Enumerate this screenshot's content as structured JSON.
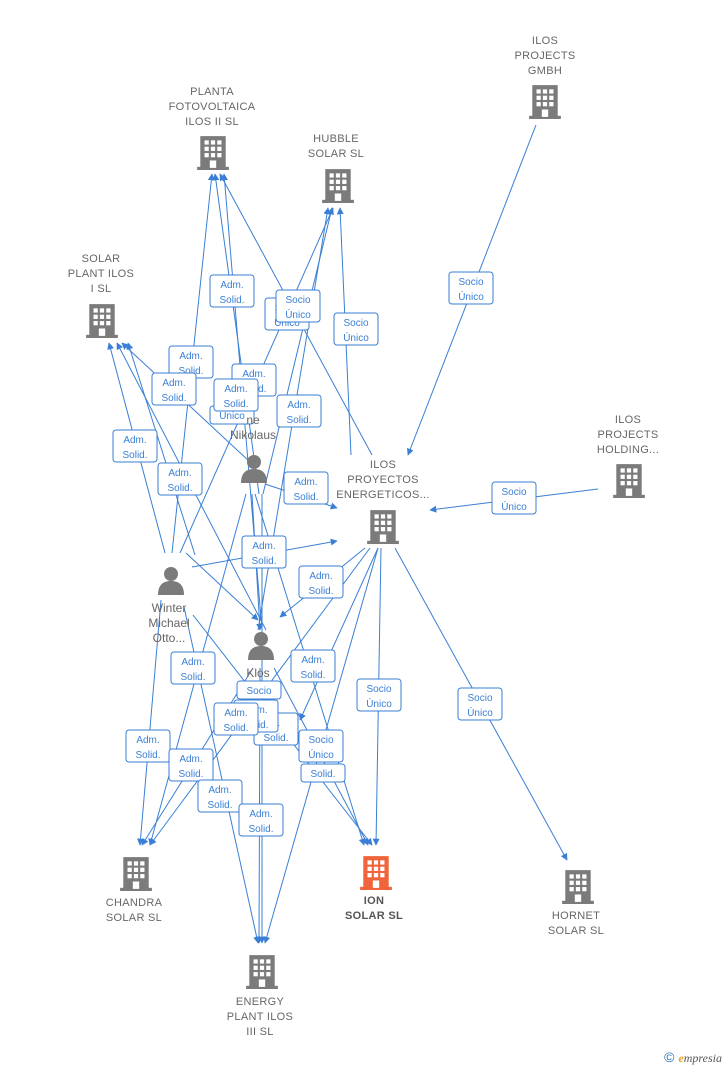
{
  "nodes": [
    {
      "id": "ilos_projects_gmbh",
      "kind": "company",
      "lines": [
        "ILOS",
        "PROJECTS",
        "GMBH"
      ]
    },
    {
      "id": "planta_fotovoltaica",
      "kind": "company",
      "lines": [
        "PLANTA",
        "FOTOVOLTAICA",
        "ILOS II  SL"
      ]
    },
    {
      "id": "hubble_solar",
      "kind": "company",
      "lines": [
        "HUBBLE",
        "SOLAR  SL"
      ]
    },
    {
      "id": "solar_plant_ilos_i",
      "kind": "company",
      "lines": [
        "SOLAR",
        "PLANT ILOS",
        "I  SL"
      ]
    },
    {
      "id": "ilos_projects_holding",
      "kind": "company",
      "lines": [
        "ILOS",
        "PROJECTS",
        "HOLDING..."
      ]
    },
    {
      "id": "ilos_proyectos",
      "kind": "company",
      "lines": [
        "ILOS",
        "PROYECTOS",
        "ENERGETICOS..."
      ]
    },
    {
      "id": "nikolaus",
      "kind": "person",
      "lines": [
        "ne",
        "Nikolaus"
      ]
    },
    {
      "id": "winter",
      "kind": "person",
      "lines": [
        "Winter",
        "Michael",
        "Otto..."
      ]
    },
    {
      "id": "klos",
      "kind": "person",
      "lines": [
        "Klos"
      ]
    },
    {
      "id": "chandra",
      "kind": "company",
      "lines": [
        "CHANDRA",
        "SOLAR  SL"
      ]
    },
    {
      "id": "ion_solar",
      "kind": "focus",
      "lines": [
        "ION",
        "SOLAR  SL"
      ]
    },
    {
      "id": "hornet",
      "kind": "company",
      "lines": [
        "HORNET",
        "SOLAR  SL"
      ]
    },
    {
      "id": "energy_plant",
      "kind": "company",
      "lines": [
        "ENERGY",
        "PLANT ILOS",
        "III  SL"
      ]
    }
  ],
  "relations": [
    {
      "lines": [
        "Socio",
        "Único"
      ]
    },
    {
      "lines": [
        "Socio",
        "Único"
      ]
    },
    {
      "lines": [
        "Socio",
        "Único"
      ]
    },
    {
      "lines": [
        "Socio",
        "Único"
      ]
    },
    {
      "lines": [
        "Adm.",
        "Solid."
      ]
    },
    {
      "lines": [
        "Socio",
        "Único"
      ]
    },
    {
      "lines": [
        "Adm.",
        "Solid."
      ]
    },
    {
      "lines": [
        "Adm.",
        "Solid."
      ]
    },
    {
      "lines": [
        "Adm.",
        "Solid."
      ]
    },
    {
      "lines": [
        "Adm.",
        "Solid."
      ]
    },
    {
      "lines": [
        "Adm.",
        "Solid."
      ]
    },
    {
      "lines": [
        "Único"
      ]
    },
    {
      "lines": [
        "Adm.",
        "Solid."
      ]
    },
    {
      "lines": [
        "Adm.",
        "Solid."
      ]
    },
    {
      "lines": [
        "Adm.",
        "Solid."
      ]
    },
    {
      "lines": [
        "Adm.",
        "Solid."
      ]
    },
    {
      "lines": [
        "Adm.",
        "Solid."
      ]
    },
    {
      "lines": [
        "Adm.",
        "Solid."
      ]
    },
    {
      "lines": [
        "Adm.",
        "Solid."
      ]
    },
    {
      "lines": [
        "Adm.",
        "Solid."
      ]
    },
    {
      "lines": [
        "Socio",
        "Único"
      ]
    },
    {
      "lines": [
        "Socio",
        "Único"
      ]
    },
    {
      "lines": [
        "Socio"
      ]
    },
    {
      "lines": [
        "Adm.",
        "Solid."
      ]
    },
    {
      "lines": [
        "n.",
        "Solid."
      ]
    },
    {
      "lines": [
        "Adm.",
        "Solid."
      ]
    },
    {
      "lines": [
        "Socio",
        "Único"
      ]
    },
    {
      "lines": [
        "Solid."
      ]
    },
    {
      "lines": [
        "Adm.",
        "Solid."
      ]
    },
    {
      "lines": [
        "Adm.",
        "Solid."
      ]
    },
    {
      "lines": [
        "Adm.",
        "Solid."
      ]
    }
  ],
  "colors": {
    "edge": "#3a7fd5",
    "building": "#7b7b7b",
    "focus": "#f0643c",
    "person": "#7b7b7b"
  },
  "footer": {
    "symbol": "©",
    "brand_e": "e",
    "brand_rest": "mpresia"
  }
}
